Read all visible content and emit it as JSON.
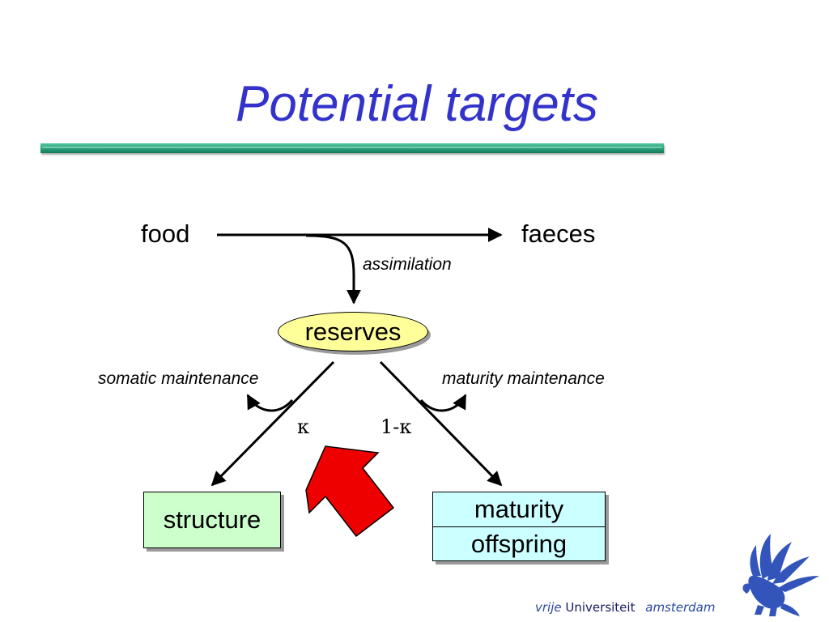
{
  "title": "Potential targets",
  "colors": {
    "title": "#3333cc",
    "rule": "#2aa87e",
    "reserves_fill": "#ffff99",
    "structure_fill": "#ccffcc",
    "maturity_fill": "#ccffff",
    "highlight_arrow": "#ee0000",
    "logo": "#3355bb"
  },
  "diagram": {
    "food": "food",
    "faeces": "faeces",
    "assimilation": "assimilation",
    "reserves": "reserves",
    "somatic_maintenance": "somatic maintenance",
    "maturity_maintenance": "maturity maintenance",
    "kappa": "κ",
    "one_minus_kappa": "1-κ",
    "structure": "structure",
    "maturity": "maturity",
    "offspring": "offspring"
  },
  "brand": {
    "vrije": "vrije",
    "universiteit": "Universiteit",
    "amsterdam": "amsterdam",
    "logo_icon": "griffin-logo-icon"
  }
}
